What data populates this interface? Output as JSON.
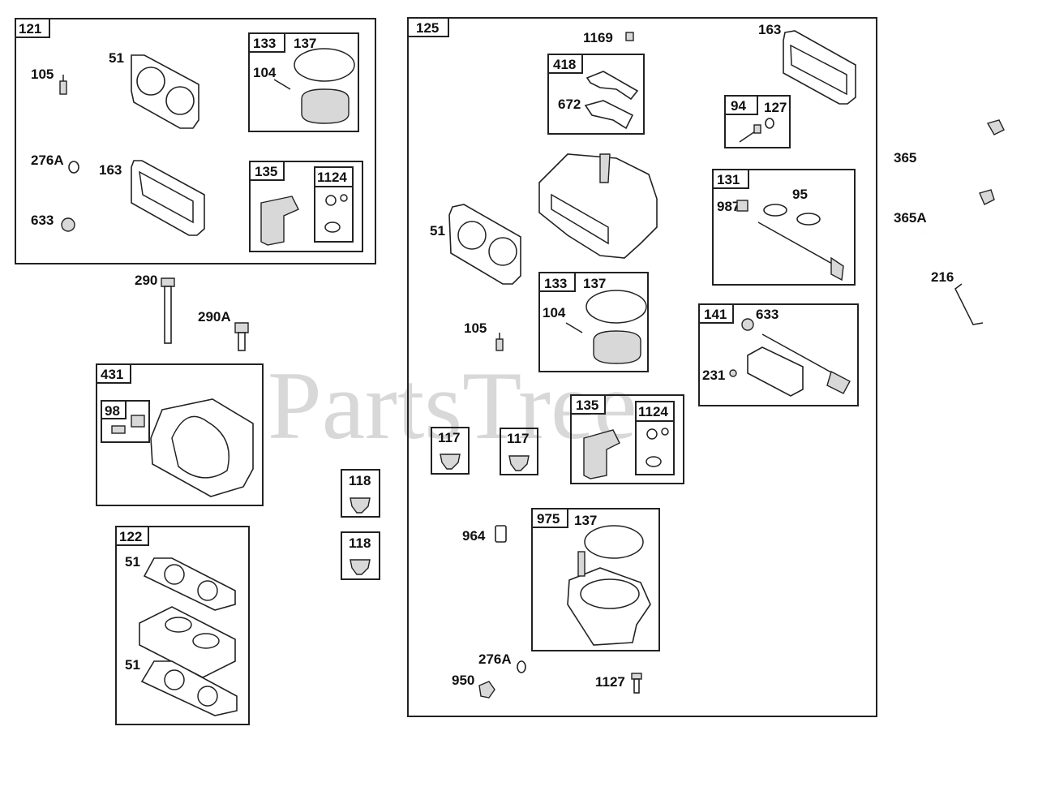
{
  "watermark": "PartsTree",
  "labels": {
    "g121": "121",
    "g121_105": "105",
    "g121_51": "51",
    "g121_133": "133",
    "g121_137": "137",
    "g121_104": "104",
    "g121_276A": "276A",
    "g121_163": "163",
    "g121_135": "135",
    "g121_1124": "1124",
    "g121_633": "633",
    "l290": "290",
    "l290A": "290A",
    "g431": "431",
    "g431_98": "98",
    "g122": "122",
    "g122_51a": "51",
    "g122_51b": "51",
    "g118a": "118",
    "g118b": "118",
    "g125": "125",
    "g125_1169": "1169",
    "g125_418": "418",
    "g125_672": "672",
    "g125_163": "163",
    "g125_94": "94",
    "g125_127": "127",
    "g125_51": "51",
    "g125_131": "131",
    "g125_987": "987",
    "g125_95": "95",
    "g125_133": "133",
    "g125_137": "137",
    "g125_104": "104",
    "g125_105": "105",
    "g125_141": "141",
    "g125_633": "633",
    "g125_231": "231",
    "g125_117a": "117",
    "g125_117b": "117",
    "g125_135": "135",
    "g125_1124": "1124",
    "g125_964": "964",
    "g125_975": "975",
    "g125_975_137": "137",
    "g125_276A": "276A",
    "g125_950": "950",
    "g125_1127": "1127",
    "l365": "365",
    "l365A": "365A",
    "l216": "216"
  }
}
